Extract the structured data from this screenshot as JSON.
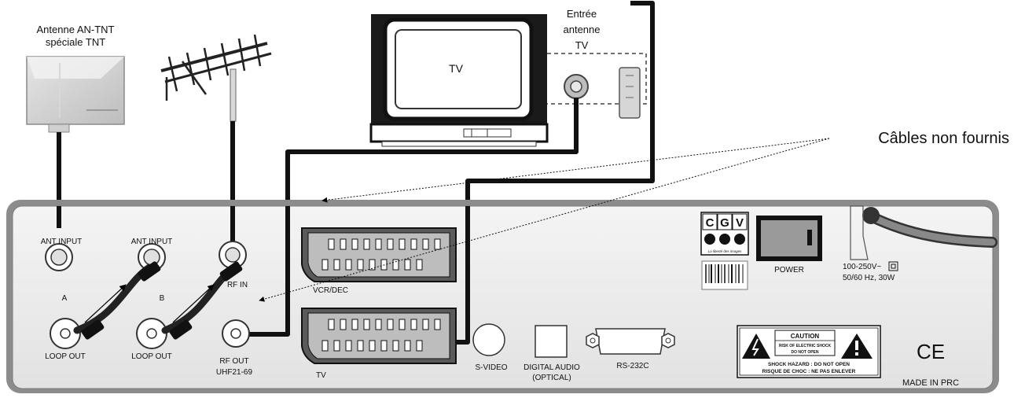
{
  "antenna_tnt": {
    "line1": "Antenne AN-TNT",
    "line2": "spéciale TNT",
    "icon": "flat-antenna-icon"
  },
  "antenna_yagi": {
    "icon": "yagi-antenna-icon"
  },
  "tv": {
    "label": "TV",
    "icon": "television-icon"
  },
  "tv_input": {
    "line1": "Entrée",
    "line2": "antenne",
    "line3": "TV"
  },
  "cables_note": "Câbles non fournis",
  "panel": {
    "ant_input_a_label": "ANT INPUT",
    "ant_input_b_label": "ANT INPUT",
    "a_label": "A",
    "b_label": "B",
    "loop_out_a_label": "LOOP OUT",
    "loop_out_b_label": "LOOP OUT",
    "rf_in_label": "RF IN",
    "rf_out_label": "RF OUT",
    "rf_band_label": "UHF21-69",
    "vcr_scart_label": "VCR/DEC",
    "tv_scart_label": "TV",
    "svideo_label": "S-VIDEO",
    "digital_audio_label": "DIGITAL  AUDIO",
    "optical_label": "(OPTICAL)",
    "rs232_label": "RS-232C",
    "brand_letters": [
      "C",
      "G",
      "V"
    ],
    "brand_tagline": "La liberté des images",
    "power_label": "POWER",
    "power_rating_line1": "100-250V~",
    "power_rating_line2": "50/60 Hz, 30W",
    "caution_title": "CAUTION",
    "caution_line1": "RISK OF ELECTRIC SHOCK",
    "caution_line2": "DO NOT OPEN",
    "shock_hazard": "SHOCK HAZARD : DO NOT OPEN",
    "risque_choc": "RISQUE DE CHOC : NE PAS ENLEVER",
    "ce_mark": "CE",
    "made_in": "MADE IN PRC"
  }
}
